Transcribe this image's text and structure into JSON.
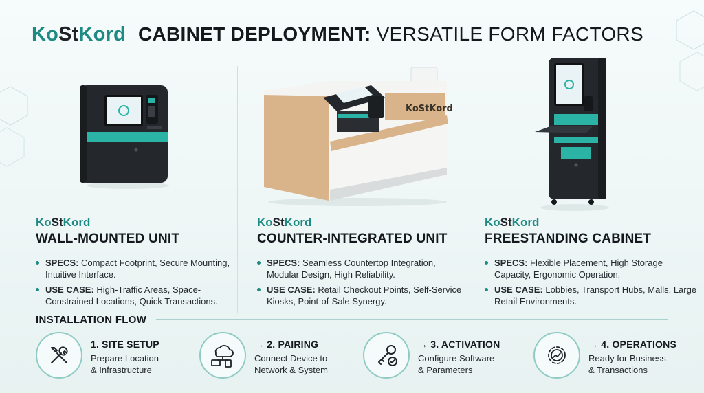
{
  "header": {
    "logo_ko": "Ko",
    "logo_st": "St",
    "logo_kord": "Kord",
    "title_bold": "CABINET DEPLOYMENT:",
    "title_light": "VERSATILE FORM FACTORS"
  },
  "products": [
    {
      "brand_ko": "Ko",
      "brand_st": "St",
      "brand_kord": "Kord",
      "title": "WALL-MOUNTED UNIT",
      "specs_label": "SPECS:",
      "specs_text": " Compact Footprint, Secure Mounting, Intuitive Interface.",
      "usecase_label": "USE CASE:",
      "usecase_text": " High-Traffic Areas, Space-Constrained Locations, Quick Transactions."
    },
    {
      "brand_ko": "Ko",
      "brand_st": "St",
      "brand_kord": "Kord",
      "title": "COUNTER-INTEGRATED UNIT",
      "specs_label": "SPECS:",
      "specs_text": " Seamless Countertop Integration, Modular Design, High Reliability.",
      "usecase_label": "USE CASE:",
      "usecase_text": " Retail Checkout Points, Self-Service Kiosks, Point-of-Sale Synergy.",
      "counter_brand": "KoStKord"
    },
    {
      "brand_ko": "Ko",
      "brand_st": "St",
      "brand_kord": "Kord",
      "title": "FREESTANDING CABINET",
      "specs_label": "SPECS:",
      "specs_text": " Flexible Placement, High Storage Capacity, Ergonomic Operation.",
      "usecase_label": "USE CASE:",
      "usecase_text": " Lobbies, Transport Hubs, Malls, Large Retail Environments."
    }
  ],
  "flow": {
    "title": "INSTALLATION FLOW",
    "steps": [
      {
        "title": "1. SITE SETUP",
        "desc_line1": "Prepare Location",
        "desc_line2": "& Infrastructure",
        "icon": "tools-icon"
      },
      {
        "title": "→ 2. PAIRING",
        "desc_line1": "Connect Device to",
        "desc_line2": "Network & System",
        "icon": "cloud-devices-icon"
      },
      {
        "title": "→ 3. ACTIVATION",
        "desc_line1": "Configure Software",
        "desc_line2": "& Parameters",
        "icon": "key-check-icon"
      },
      {
        "title": "→ 4. OPERATIONS",
        "desc_line1": "Ready for Business",
        "desc_line2": "& Transactions",
        "icon": "gear-chart-icon"
      }
    ]
  },
  "colors": {
    "accent": "#1d8a83",
    "teal_panel": "#2bb3a6",
    "cabinet": "#23272b",
    "background": "#eef6f6"
  }
}
